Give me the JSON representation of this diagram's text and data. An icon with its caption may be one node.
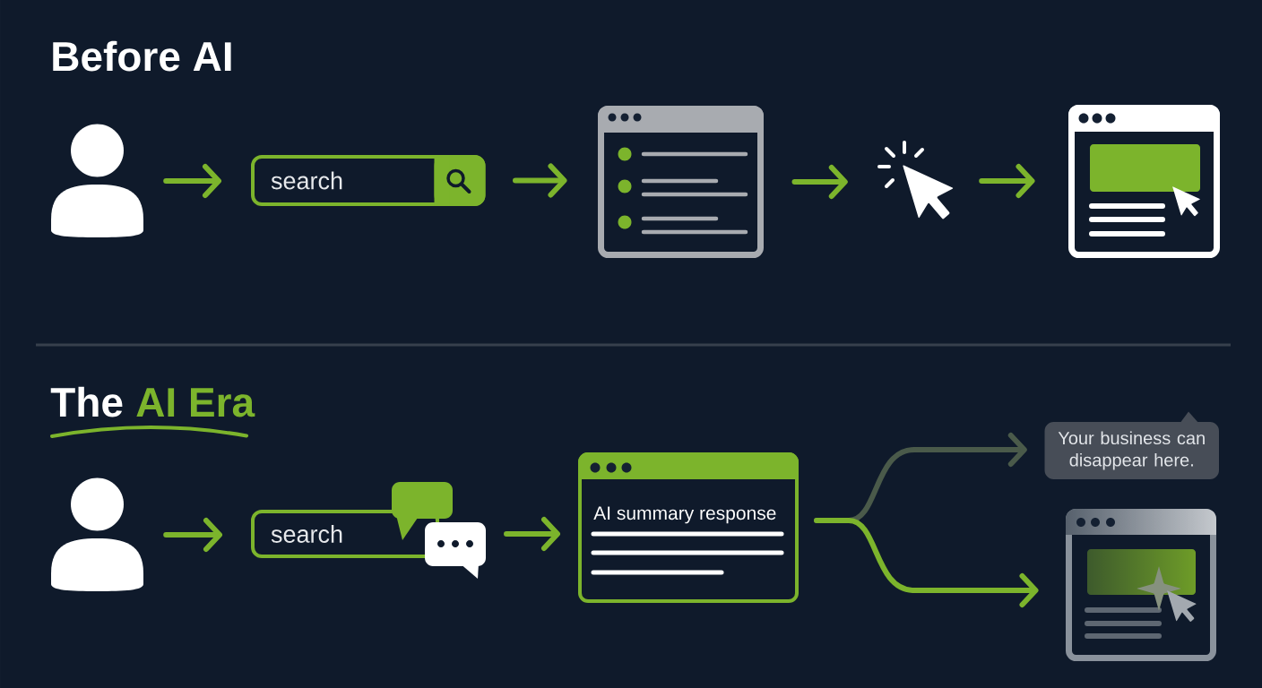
{
  "diagram": {
    "nodes": [
      {
        "text": [],
        "shape": "person"
      },
      {
        "text": [
          "search"
        ]
      },
      {
        "text": [],
        "shape": "window"
      },
      {
        "text": [],
        "shape": "cursor"
      },
      {
        "text": [],
        "shape": "window"
      },
      {
        "text": [],
        "shape": "person"
      },
      {
        "text": [
          "search"
        ]
      },
      {
        "text": [
          "AI summary response"
        ]
      },
      {
        "text": [
          "Your business can disappear here."
        ]
      },
      {
        "text": [],
        "shape": "window"
      }
    ],
    "edges": [
      {
        "from": 0,
        "to": 1,
        "arrow": "to"
      },
      {
        "from": 1,
        "to": 2,
        "arrow": "to"
      },
      {
        "from": 2,
        "to": 3,
        "arrow": "to"
      },
      {
        "from": 3,
        "to": 4,
        "arrow": "to"
      },
      {
        "from": 5,
        "to": 6,
        "arrow": "to"
      },
      {
        "from": 6,
        "to": 7,
        "arrow": "to"
      },
      {
        "from": 7,
        "to": 8,
        "arrow": "to",
        "color": "#4a5a4a"
      },
      {
        "from": 7,
        "to": 9,
        "arrow": "to"
      }
    ],
    "labels": [
      "Before AI",
      "The",
      "AI Era"
    ]
  }
}
